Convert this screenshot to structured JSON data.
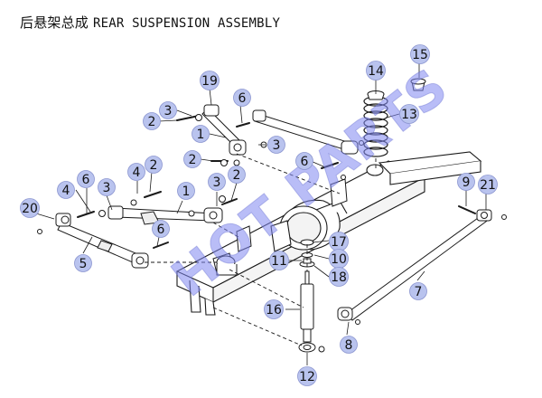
{
  "title": {
    "chinese": "后悬架总成",
    "english": "REAR SUSPENSION ASSEMBLY"
  },
  "watermark": "HOT PARTS",
  "colors": {
    "callout_fill": "#b9c3ee",
    "callout_stroke": "#8b95d0",
    "line": "#1a1a1a",
    "watermark": "#7f86f0"
  },
  "callouts": [
    {
      "id": "c3a",
      "label": "3"
    },
    {
      "id": "c2a",
      "label": "2"
    },
    {
      "id": "c19",
      "label": "19"
    },
    {
      "id": "c6a",
      "label": "6"
    },
    {
      "id": "c1a",
      "label": "1"
    },
    {
      "id": "c2b",
      "label": "2"
    },
    {
      "id": "c3b",
      "label": "3"
    },
    {
      "id": "c14",
      "label": "14"
    },
    {
      "id": "c15",
      "label": "15"
    },
    {
      "id": "c13",
      "label": "13"
    },
    {
      "id": "c6b",
      "label": "6"
    },
    {
      "id": "c4a",
      "label": "4"
    },
    {
      "id": "c2c",
      "label": "2"
    },
    {
      "id": "c6c",
      "label": "6"
    },
    {
      "id": "c4b",
      "label": "4"
    },
    {
      "id": "c3c",
      "label": "3"
    },
    {
      "id": "c1b",
      "label": "1"
    },
    {
      "id": "c3d",
      "label": "3"
    },
    {
      "id": "c2d",
      "label": "2"
    },
    {
      "id": "c20",
      "label": "20"
    },
    {
      "id": "c6d",
      "label": "6"
    },
    {
      "id": "c5",
      "label": "5"
    },
    {
      "id": "c9",
      "label": "9"
    },
    {
      "id": "c21",
      "label": "21"
    },
    {
      "id": "c17",
      "label": "17"
    },
    {
      "id": "c11",
      "label": "11"
    },
    {
      "id": "c10",
      "label": "10"
    },
    {
      "id": "c18",
      "label": "18"
    },
    {
      "id": "c7",
      "label": "7"
    },
    {
      "id": "c16",
      "label": "16"
    },
    {
      "id": "c8",
      "label": "8"
    },
    {
      "id": "c12",
      "label": "12"
    }
  ]
}
